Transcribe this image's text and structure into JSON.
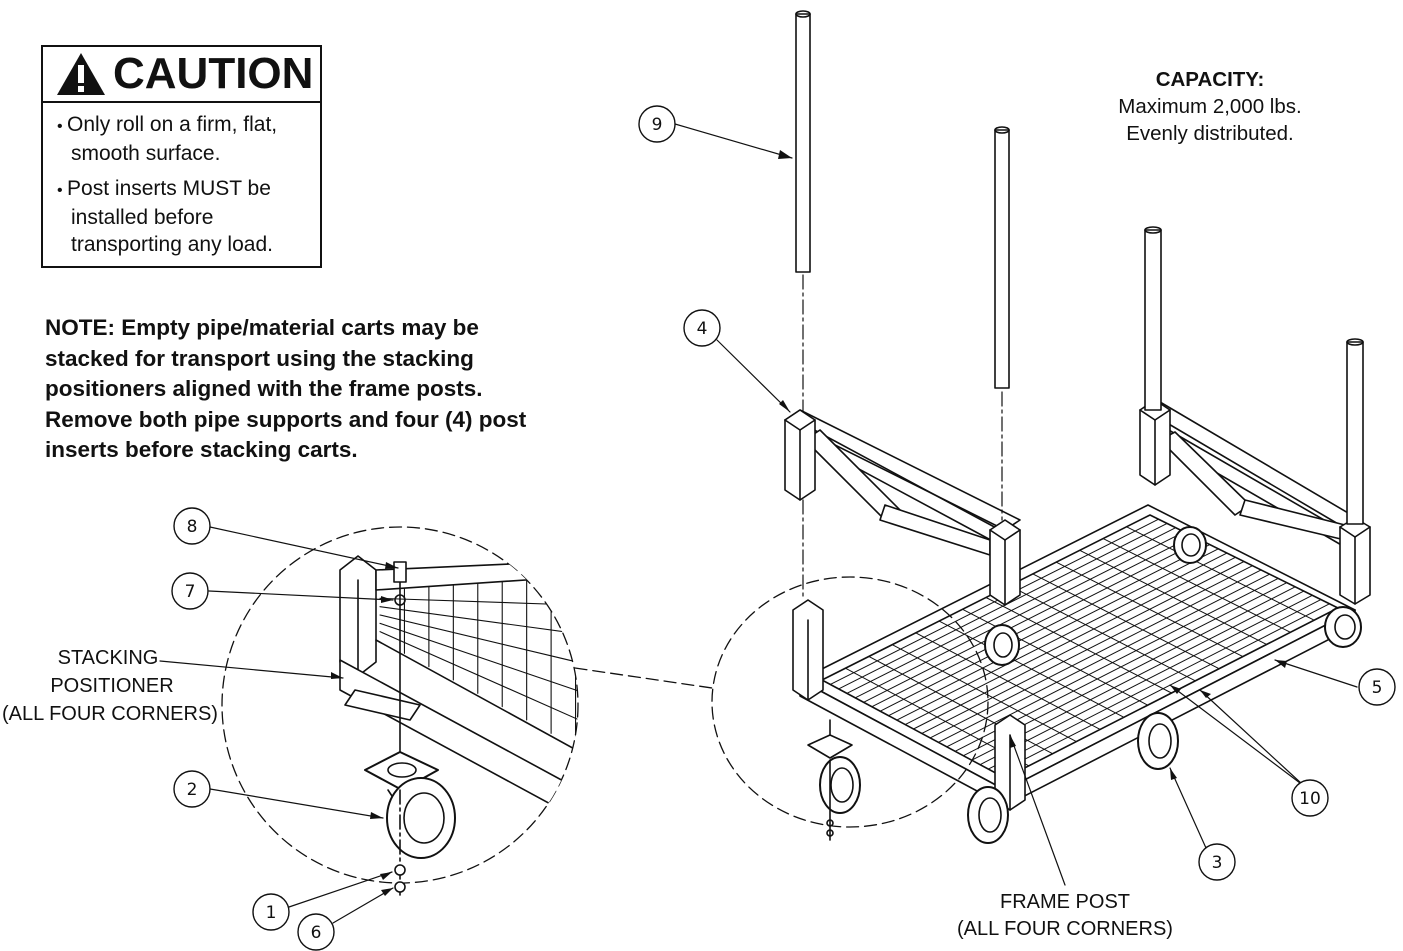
{
  "caution": {
    "title": "CAUTION",
    "items": [
      "Only roll on a firm, flat, smooth surface.",
      "Post inserts MUST be installed before transporting any load."
    ]
  },
  "note": "NOTE: Empty pipe/material carts may be stacked for transport using the stacking positioners aligned with the frame posts. Remove both pipe supports and four (4) post inserts before stacking carts.",
  "capacity": {
    "label": "CAPACITY:",
    "line1": "Maximum 2,000 lbs.",
    "line2": "Evenly distributed."
  },
  "labels": {
    "stacking_line1": "STACKING",
    "stacking_line2": "POSITIONER",
    "stacking_line3": "(ALL FOUR CORNERS)",
    "frame_line1": "FRAME POST",
    "frame_line2": "(ALL FOUR CORNERS)"
  },
  "callouts": [
    "9",
    "4",
    "8",
    "7",
    "2",
    "1",
    "6",
    "5",
    "10",
    "3"
  ]
}
